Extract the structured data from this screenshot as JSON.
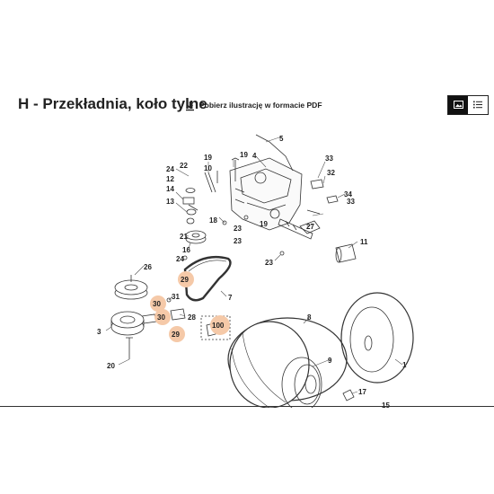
{
  "header": {
    "title": "H - Przekładnia, koło tylne",
    "pdf_label": "Pobierz ilustrację w formacie PDF",
    "icons": {
      "download": "download-icon",
      "image_view": "image-view-icon",
      "list_view": "list-view-icon"
    }
  },
  "diagram": {
    "part_labels": [
      "5",
      "4",
      "19",
      "19",
      "10",
      "22",
      "24",
      "12",
      "14",
      "13",
      "18",
      "23",
      "19",
      "23",
      "33",
      "32",
      "34",
      "33",
      "27",
      "21",
      "16",
      "24",
      "26",
      "7",
      "11",
      "23",
      "31",
      "28",
      "3",
      "8",
      "9",
      "1",
      "17",
      "20",
      "15"
    ],
    "highlighted_labels": [
      "30",
      "29",
      "30",
      "29",
      "100"
    ],
    "highlight_color": "#f5c9a8",
    "line_color": "#333333"
  }
}
